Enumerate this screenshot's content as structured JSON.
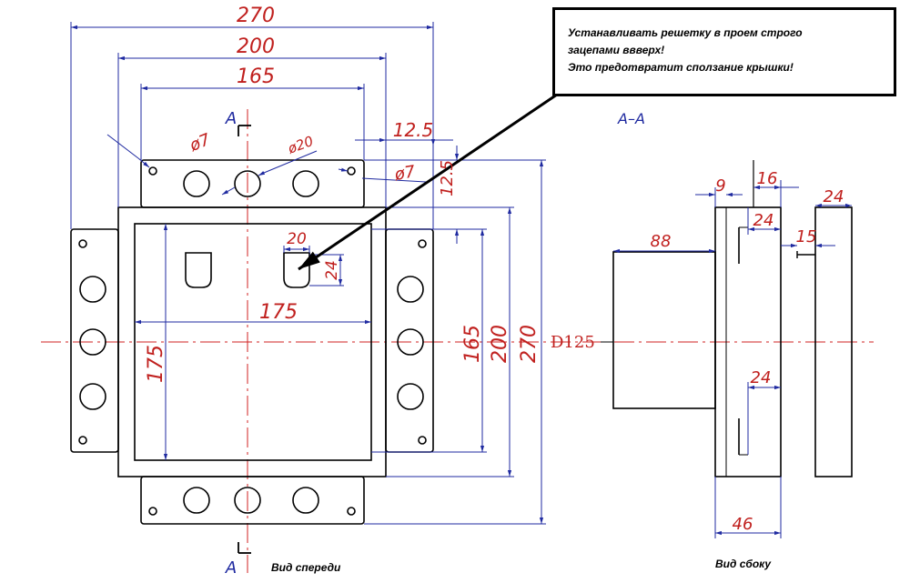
{
  "note": {
    "line1": "Устанавливать решетку в проем строго",
    "line2": "зацепами ввверх!",
    "line3": "Это предотвратит сползание крышки!"
  },
  "section_label": "A–A",
  "section_marker_top": "A",
  "section_marker_bottom": "A",
  "caption_front": "Вид спереди",
  "caption_side": "Вид сбоку",
  "duct_label": "D125",
  "dimensions": {
    "d270_top": "270",
    "d200_top": "200",
    "d165_top": "165",
    "d12_5_h": "12.5",
    "d12_5_v": "12.5",
    "d7_left": "ø7",
    "d20_hole": "ø20",
    "d7_right": "ø7",
    "d20_slot": "20",
    "d24_slot": "24",
    "d175_h": "175",
    "d175_v": "175",
    "d165_right": "165",
    "d200_right": "200",
    "d270_right": "270",
    "side_88": "88",
    "side_9": "9",
    "side_16": "16",
    "side_24_top": "24",
    "side_24_mid": "24",
    "side_24_far": "24",
    "side_15": "15",
    "side_46": "46"
  },
  "colors": {
    "dimension_line": "#1f2aa0",
    "dimension_text": "#c0201e",
    "center_line": "#d02020",
    "outline": "#000000"
  }
}
